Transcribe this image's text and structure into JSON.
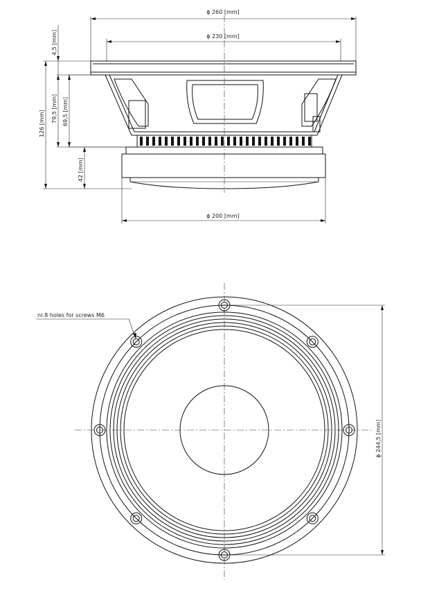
{
  "dimensions": {
    "flange_diameter": "ϕ 260  [mm]",
    "baffle_diameter": "ϕ 230  [mm]",
    "magnet_diameter": "ϕ 200  [mm]",
    "flange_thickness": "4,5  [mm]",
    "total_depth": "126  [mm]",
    "depth_a": "79,5  [mm]",
    "depth_b": "69,5  [mm]",
    "magnet_height": "42  [mm]",
    "bolt_circle": "ϕ 244,5  [mm]"
  },
  "annotations": {
    "holes_note": "nr.8  holes  for  screws  M6"
  }
}
